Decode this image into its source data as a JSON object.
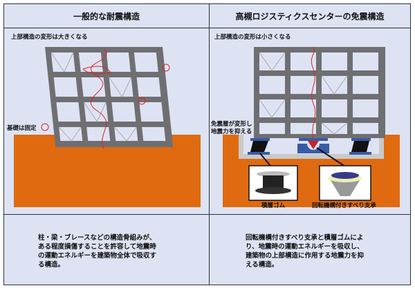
{
  "left": {
    "title": "一般的な耐震構造",
    "note_top": "上部構造の変形は大きくなる",
    "note_base": "基礎は固定",
    "description": "柱・梁・ブレースなどの構造骨組みが、\nある程度損傷することを許容して地震時\nの運動エネルギーを建築物全体で吸収す\nる構造。"
  },
  "right": {
    "title": "高槻ロジスティクスセンターの免震構造",
    "note_top": "上部構造の変形は小さくなる",
    "note_layer": "免震層が変形し\n地震力を抑える",
    "device1": "積層ゴム",
    "device2": "回転機構付きすべり支承",
    "description": "回転機構付きすべり支承と積層ゴムによ\nり、地震時の運動エネルギーを吸収し、\n建築物の上部構造に作用する地震力を抑\nえる構造。"
  },
  "colors": {
    "ground": "#e06a10",
    "frame": "#6f6f72",
    "panel": "#dde3f3"
  }
}
